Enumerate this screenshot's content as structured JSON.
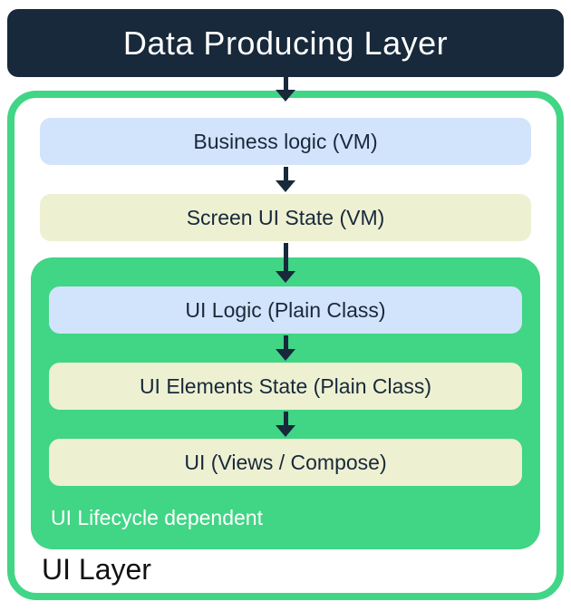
{
  "colors": {
    "dark_navy": "#17293a",
    "green": "#41d586",
    "light_blue": "#d2e3fc",
    "cream": "#eef0d2"
  },
  "diagram": {
    "header": "Data Producing Layer",
    "nodes": {
      "business_logic": "Business logic (VM)",
      "screen_ui_state": "Screen UI State (VM)",
      "ui_logic": "UI Logic (Plain Class)",
      "ui_elements_state": "UI Elements State (Plain Class)",
      "ui_views": "UI (Views / Compose)"
    },
    "lifecycle_label": "UI Lifecycle dependent",
    "ui_layer_label": "UI Layer"
  }
}
